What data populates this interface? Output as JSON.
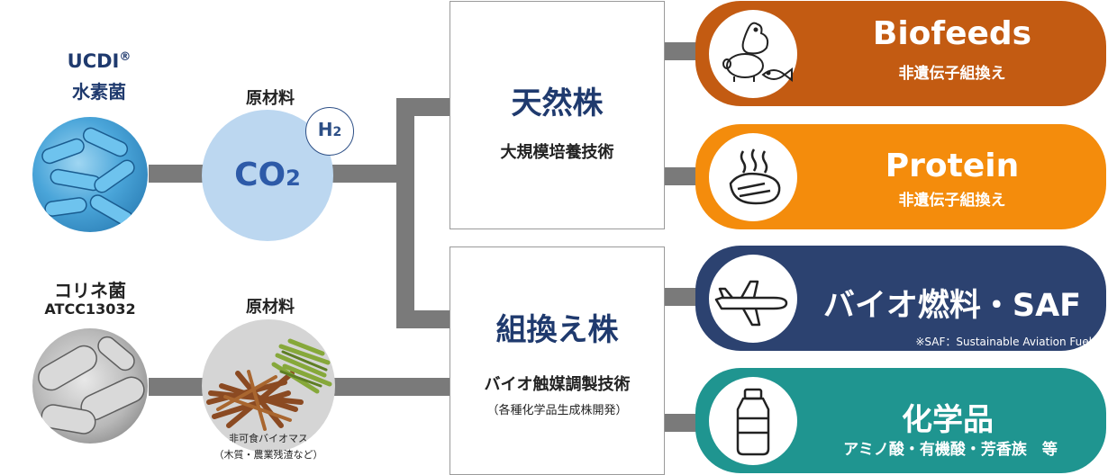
{
  "microbes": {
    "top_name": "UCDI",
    "top_mark": "®",
    "top_sub": "水素菌",
    "bottom_name": "コリネ菌",
    "bottom_sub": "ATCC13032"
  },
  "materials": {
    "top_label": "原材料",
    "co2_main": "CO",
    "co2_sub": "2",
    "h2_main": "H",
    "h2_sub": "2",
    "bottom_label": "原材料",
    "biomass_line1": "非可食バイオマス",
    "biomass_line2": "（木質・農業残渣など）"
  },
  "strains": {
    "natural_title": "天然株",
    "natural_tech": "大規模培養技術",
    "recombinant_title": "組換え株",
    "recombinant_tech": "バイオ触媒調製技術",
    "recombinant_note": "（各種化学品生成株開発）"
  },
  "products": [
    {
      "title": "Biofeeds",
      "sub": "非遺伝子組換え",
      "icon": "animals-icon",
      "color": "#c35b12"
    },
    {
      "title": "Protein",
      "sub": "非遺伝子組換え",
      "icon": "meat-icon",
      "color": "#f48c0c"
    },
    {
      "title": "バイオ燃料・SAF",
      "sub": "※SAF：Sustainable Aviation Fuel",
      "icon": "airplane-icon",
      "color": "#2c4270"
    },
    {
      "title": "化学品",
      "sub": "アミノ酸・有機酸・芳香族　等",
      "icon": "bottle-icon",
      "color": "#1f9590"
    }
  ],
  "colors": {
    "connector": "#7a7a7a",
    "navy_text": "#1f3a6e",
    "co2_fill": "#bcd7f0"
  }
}
